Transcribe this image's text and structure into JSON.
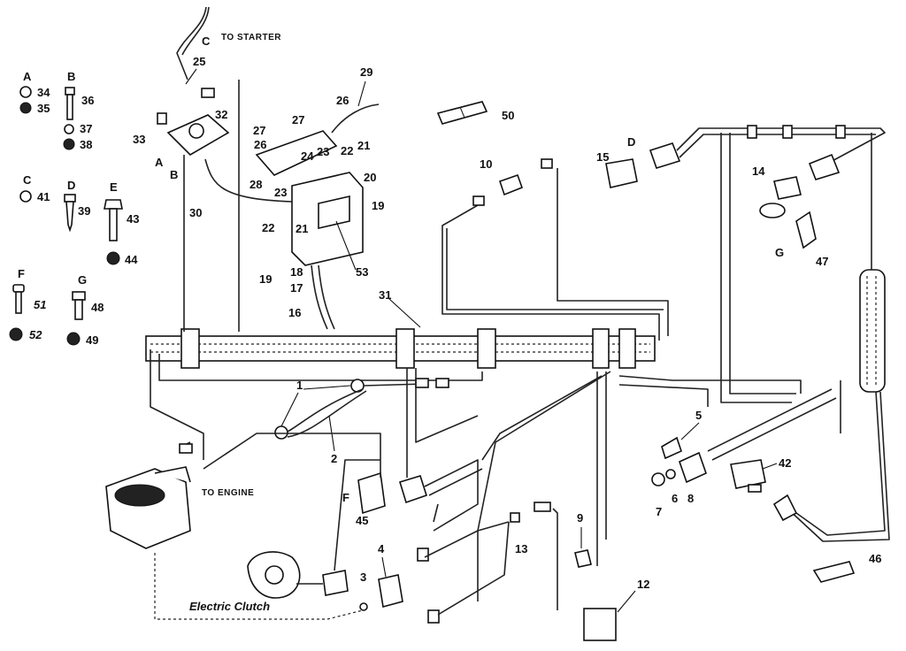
{
  "captions": {
    "to_starter": "TO STARTER",
    "to_engine": "TO ENGINE",
    "electric_clutch": "Electric Clutch"
  },
  "hardware_letters": {
    "a": "A",
    "b": "B",
    "c": "C",
    "d": "D",
    "e": "E",
    "f": "F",
    "g": "G"
  },
  "hardware_numbers": {
    "n34": "34",
    "n35": "35",
    "n36": "36",
    "n37": "37",
    "n38": "38",
    "n41": "41",
    "n39": "39",
    "n43": "43",
    "n44": "44",
    "n51": "51",
    "n52": "52",
    "n48": "48",
    "n49": "49"
  },
  "callouts": {
    "c_top": "C",
    "n25": "25",
    "n32": "32",
    "n33": "33",
    "a_ref": "A",
    "b_ref": "B",
    "n29": "29",
    "n26a": "26",
    "n27a": "27",
    "n27b": "27",
    "n26b": "26",
    "n23a": "23",
    "n24": "24",
    "n22a": "22",
    "n21a": "21",
    "n28": "28",
    "n20": "20",
    "n23b": "23",
    "n19a": "19",
    "n22b": "22",
    "n21b": "21",
    "n30": "30",
    "n53": "53",
    "n19b": "19",
    "n18": "18",
    "n17": "17",
    "n16": "16",
    "n50": "50",
    "n10": "10",
    "n15": "15",
    "d_ref": "D",
    "n14": "14",
    "g_ref": "G",
    "n47": "47",
    "n31": "31",
    "n1": "1",
    "n2": "2",
    "n5": "5",
    "n42": "42",
    "n7": "7",
    "n6": "6",
    "n8": "8",
    "f_ref": "F",
    "n45": "45",
    "n13": "13",
    "n9": "9",
    "n4": "4",
    "n3": "3",
    "n12": "12",
    "n46": "46"
  }
}
